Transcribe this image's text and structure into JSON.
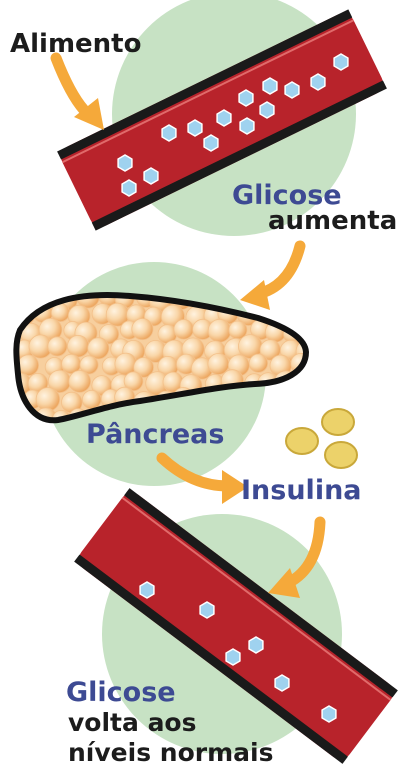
{
  "labels": {
    "food": "Alimento",
    "glucose_top": "Glicose",
    "increases": "aumenta",
    "pancreas": "Pâncreas",
    "insulin": "Insulina",
    "glucose_bottom": "Glicose",
    "returns_line1": "volta aos",
    "returns_line2": "níveis normais"
  },
  "colors": {
    "circle": "#c7e2c4",
    "vessel": "#b8232b",
    "vessel_dark": "#1a1a1a",
    "glucose_crystal": "#9fd2ef",
    "arrow": "#f5a93a",
    "pancreas_fill": "#f7cf9e",
    "insulin_granule": "#ecd26a",
    "text_blue": "#3d4a93",
    "text_dark": "#1c1c1c"
  },
  "icons": [
    "curved-arrow-icon",
    "glucose-crystal-icon",
    "insulin-granule-icon",
    "pancreas-icon",
    "blood-vessel-icon"
  ]
}
